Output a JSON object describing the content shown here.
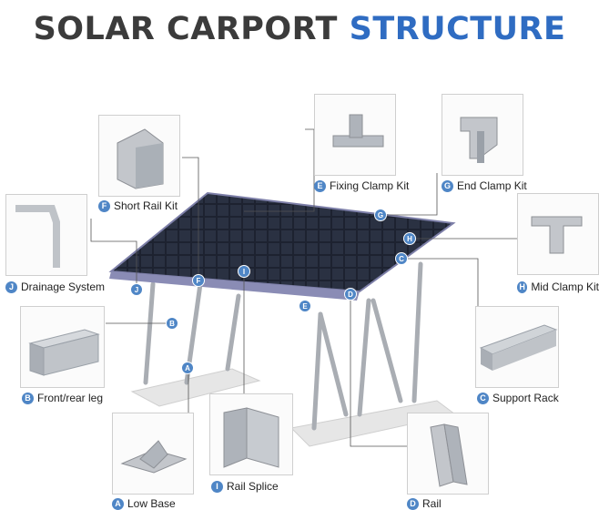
{
  "title": {
    "part1": "SOLAR CARPORT",
    "part2": "STRUCTURE"
  },
  "components": {
    "A": {
      "letter": "A",
      "name": "Low Base"
    },
    "B": {
      "letter": "B",
      "name": "Front/rear leg"
    },
    "C": {
      "letter": "C",
      "name": "Support Rack"
    },
    "D": {
      "letter": "D",
      "name": "Rail"
    },
    "E": {
      "letter": "E",
      "name": "Fixing Clamp Kit"
    },
    "F": {
      "letter": "F",
      "name": "Short Rail Kit"
    },
    "G": {
      "letter": "G",
      "name": "End Clamp Kit"
    },
    "H": {
      "letter": "H",
      "name": "Mid Clamp Kit"
    },
    "I": {
      "letter": "I",
      "name": "Rail Splice"
    },
    "J": {
      "letter": "J",
      "name": "Drainage System"
    }
  },
  "colors": {
    "accent": "#2f6cc2",
    "title_dark": "#3b3b3b",
    "badge": "#4f86c6",
    "panel": "#1d2230",
    "metal": "#b8bcc2"
  }
}
